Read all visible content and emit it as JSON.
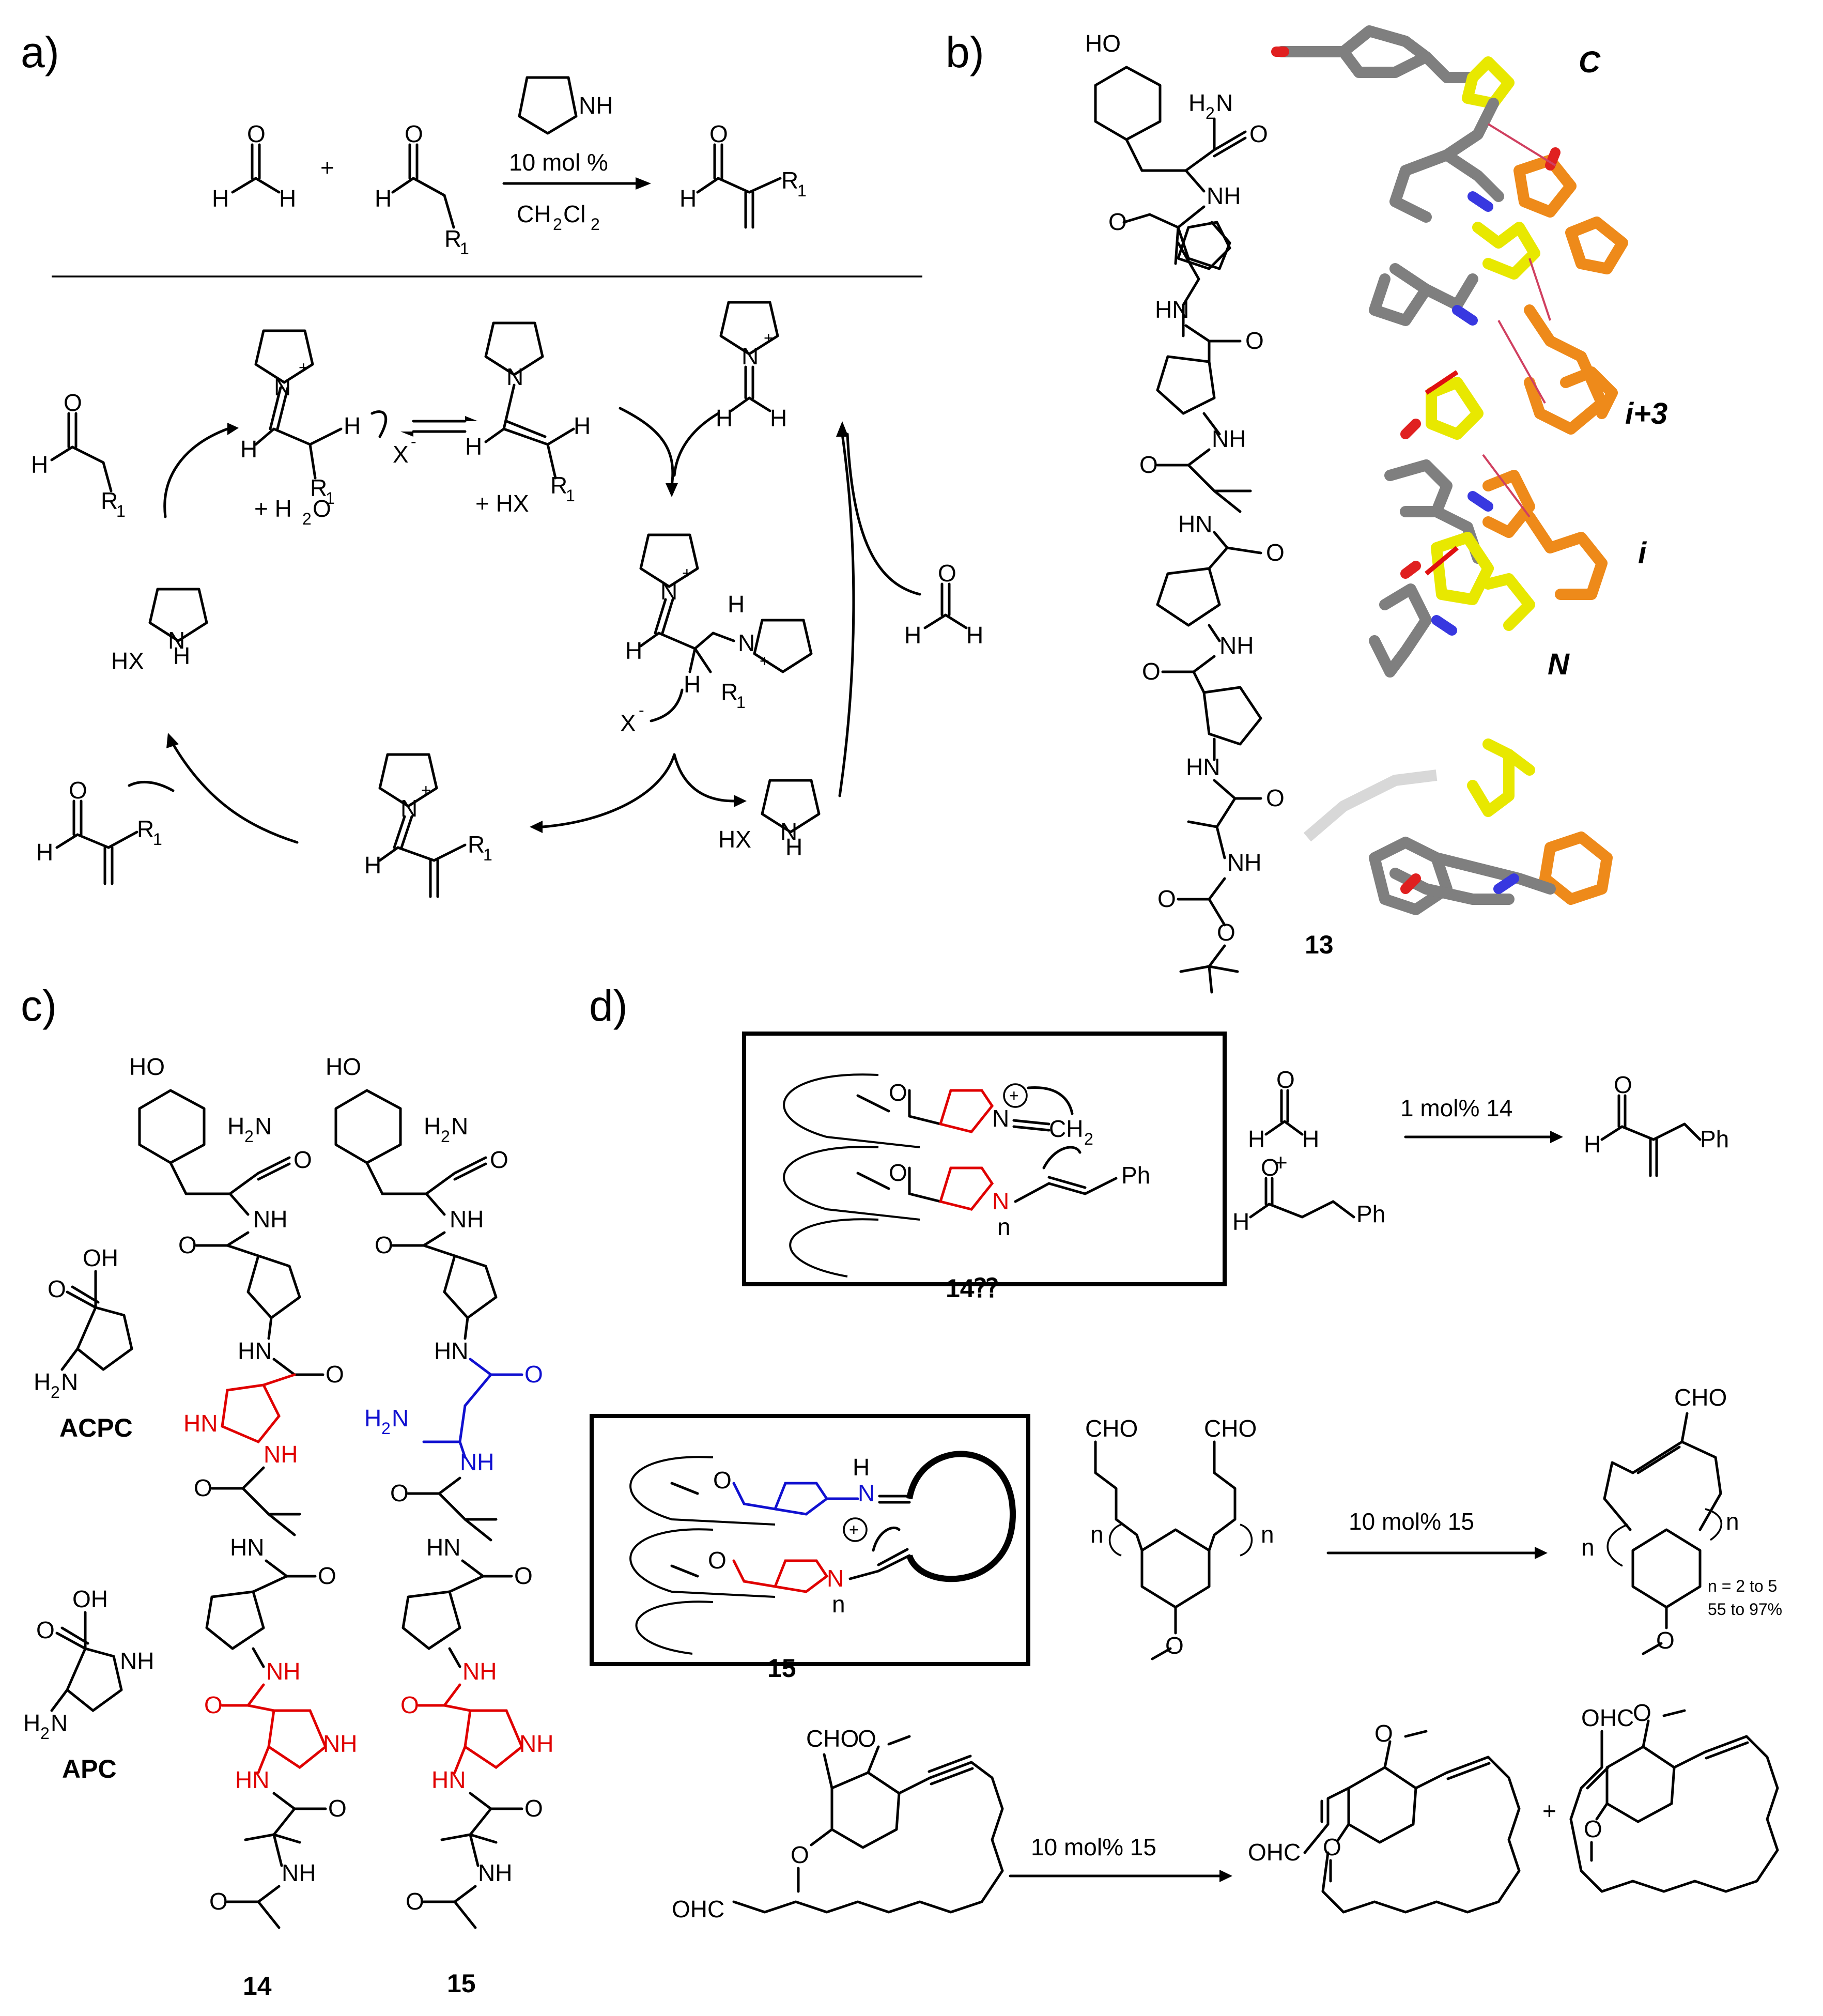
{
  "panels": {
    "a": "a)",
    "b": "b)",
    "c": "c)",
    "d": "d)"
  },
  "panel_a": {
    "plus": "+",
    "catalyst_amount": "10 mol %",
    "solvent_main": "CH",
    "solvent_sub1": "2",
    "solvent_cl": "Cl",
    "solvent_sub2": "2",
    "r": "R",
    "r_sub": "1",
    "nh": "NH",
    "h": "H",
    "o": "O",
    "n": "N",
    "n_plus": "+",
    "x_minus": "X",
    "minus": "-",
    "water": "+ H",
    "water_sub": "2",
    "water_o": "O",
    "hx_plus": "+ HX",
    "hx": "HX"
  },
  "panel_b": {
    "compound": "13",
    "label_c": "C",
    "label_i3": "i+3",
    "label_i": "i",
    "label_n": "N",
    "ho": "HO",
    "h2n": "H",
    "h2n_sub": "2",
    "h2n_n": "N",
    "nh": "NH",
    "hn": "HN",
    "o": "O"
  },
  "panel_c": {
    "acpc": "ACPC",
    "apc": "APC",
    "oh": "OH",
    "h2n": "H",
    "h2n_sub": "2",
    "h2n_n": "N",
    "nh": "NH",
    "hn": "HN",
    "o": "O",
    "ho": "HO",
    "compound14": "14",
    "compound15": "15"
  },
  "panel_d": {
    "box1_label": "14⁇",
    "box2_label": "15",
    "ch2": "CH",
    "ch2_sub": "2",
    "ph": "Ph",
    "n": "N",
    "o": "O",
    "h": "H",
    "plus_sign": "+",
    "reagent1": "1 mol% 14",
    "reagent2": "10 mol% 15",
    "reagent3": "10 mol% 15",
    "cho": "CHO",
    "ohc": "OHC",
    "n_index": "n",
    "range": "n = 2 to 5",
    "yield": "55 to 97%"
  }
}
